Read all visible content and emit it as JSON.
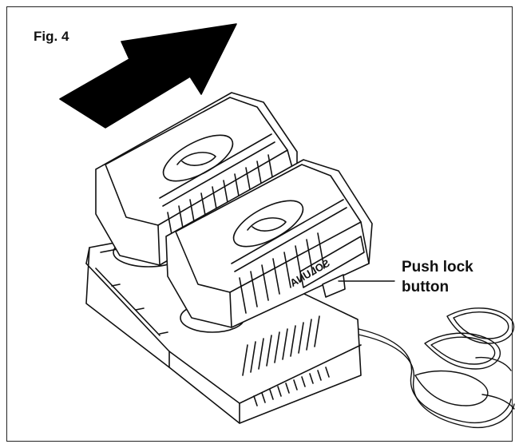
{
  "figure": {
    "label": "Fig. 4",
    "callout": {
      "line1": "Push lock",
      "line2": "button"
    },
    "battery_brand_mirrored": "SOLUNA",
    "stroke_color": "#111111",
    "fill_color": "#ffffff",
    "arrow_color": "#000000"
  }
}
